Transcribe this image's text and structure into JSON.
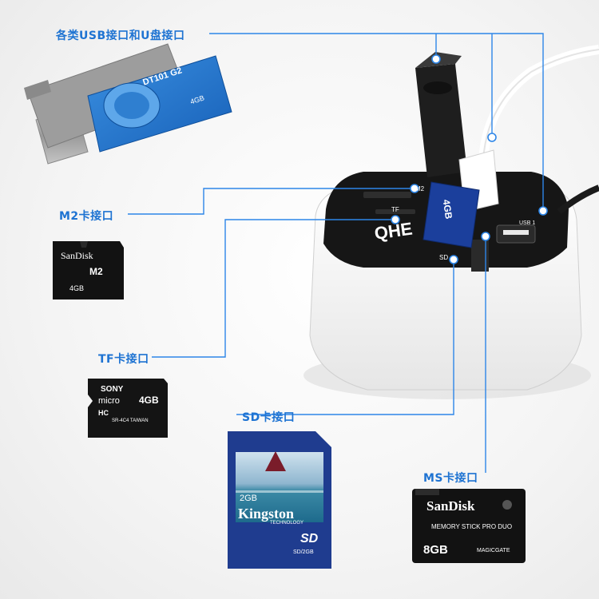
{
  "labels": {
    "usb_and_udisk": "各类USB接口和U盘接口",
    "m2": "M2卡接口",
    "tf": "TF卡接口",
    "sd": "SD卡接口",
    "ms": "MS卡接口"
  },
  "usb_stick": {
    "model": "DT101 G2",
    "capacity": "4GB"
  },
  "m2_card": {
    "brand": "SanDisk",
    "type": "M2",
    "capacity": "4GB"
  },
  "tf_card": {
    "brand": "SONY",
    "type": "micro",
    "capacity": "4GB",
    "hc": "HC",
    "code": "SR-4C4 TAIWAN"
  },
  "sd_card": {
    "capacity": "2GB",
    "brand": "Kingston",
    "sub": "TECHNOLOGY",
    "logo": "SD",
    "code": "SD/2GB"
  },
  "ms_card": {
    "brand": "SanDisk",
    "type": "MEMORY STICK PRO DUO",
    "capacity": "8GB",
    "gate": "MAGICGATE"
  },
  "hub": {
    "brand": "QHE",
    "port_label": "USB 1",
    "sd_slot": "SD",
    "tf_slot": "TF",
    "m2_slot": "M2",
    "inserted_card": "4GB"
  },
  "colors": {
    "label": "#1e73d2",
    "line": "#2d86e8",
    "hub_white": "#ffffff",
    "hub_black": "#1a1a1a"
  }
}
